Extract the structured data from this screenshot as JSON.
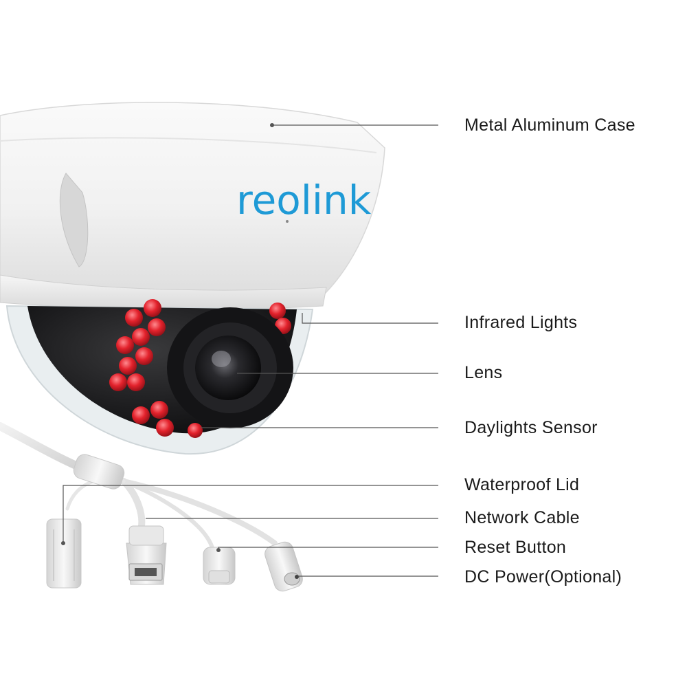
{
  "product": {
    "logo_text": "reolink",
    "brand_color": "#1e9ad6",
    "ir_led_color": "#e0202a",
    "shell_color": "#f2f2f2",
    "cable_color": "#e6e6e6"
  },
  "callouts": [
    {
      "label": "Metal Aluminum Case"
    },
    {
      "label": "Infrared Lights"
    },
    {
      "label": "Lens"
    },
    {
      "label": "Daylights Sensor"
    },
    {
      "label": "Waterproof Lid"
    },
    {
      "label": "Network Cable"
    },
    {
      "label": "Reset Button"
    },
    {
      "label": "DC Power(Optional)"
    }
  ]
}
